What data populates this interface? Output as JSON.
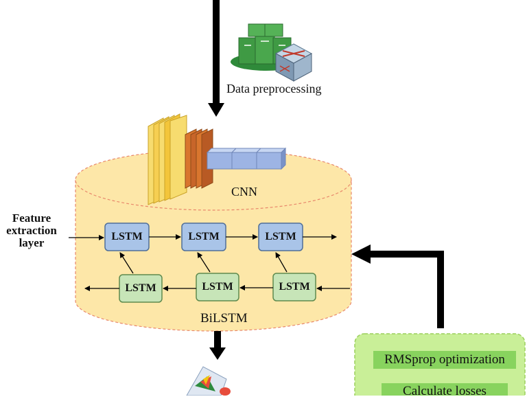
{
  "labels": {
    "data_preprocessing": "Data preprocessing",
    "cnn": "CNN",
    "bilstm": "BiLSTM",
    "feature_extraction": [
      "Feature",
      "extraction",
      "layer"
    ],
    "lstm": "LSTM",
    "rmsprop": "RMSprop optimization",
    "calculate_losses": "Calculate losses"
  },
  "colors": {
    "cylinder_fill": "#fde7a8",
    "cylinder_border": "#e8876b",
    "lstm_top_fill": "#a9c4e8",
    "lstm_bottom_fill": "#c7e5b8",
    "panel_fill": "#c9ef98",
    "panel_border": "#9bcf5c",
    "arrow": "#000000"
  },
  "icons": [
    "server-cluster-icon",
    "network-router-icon",
    "cnn-feature-maps-icon",
    "output-chart-icon"
  ]
}
